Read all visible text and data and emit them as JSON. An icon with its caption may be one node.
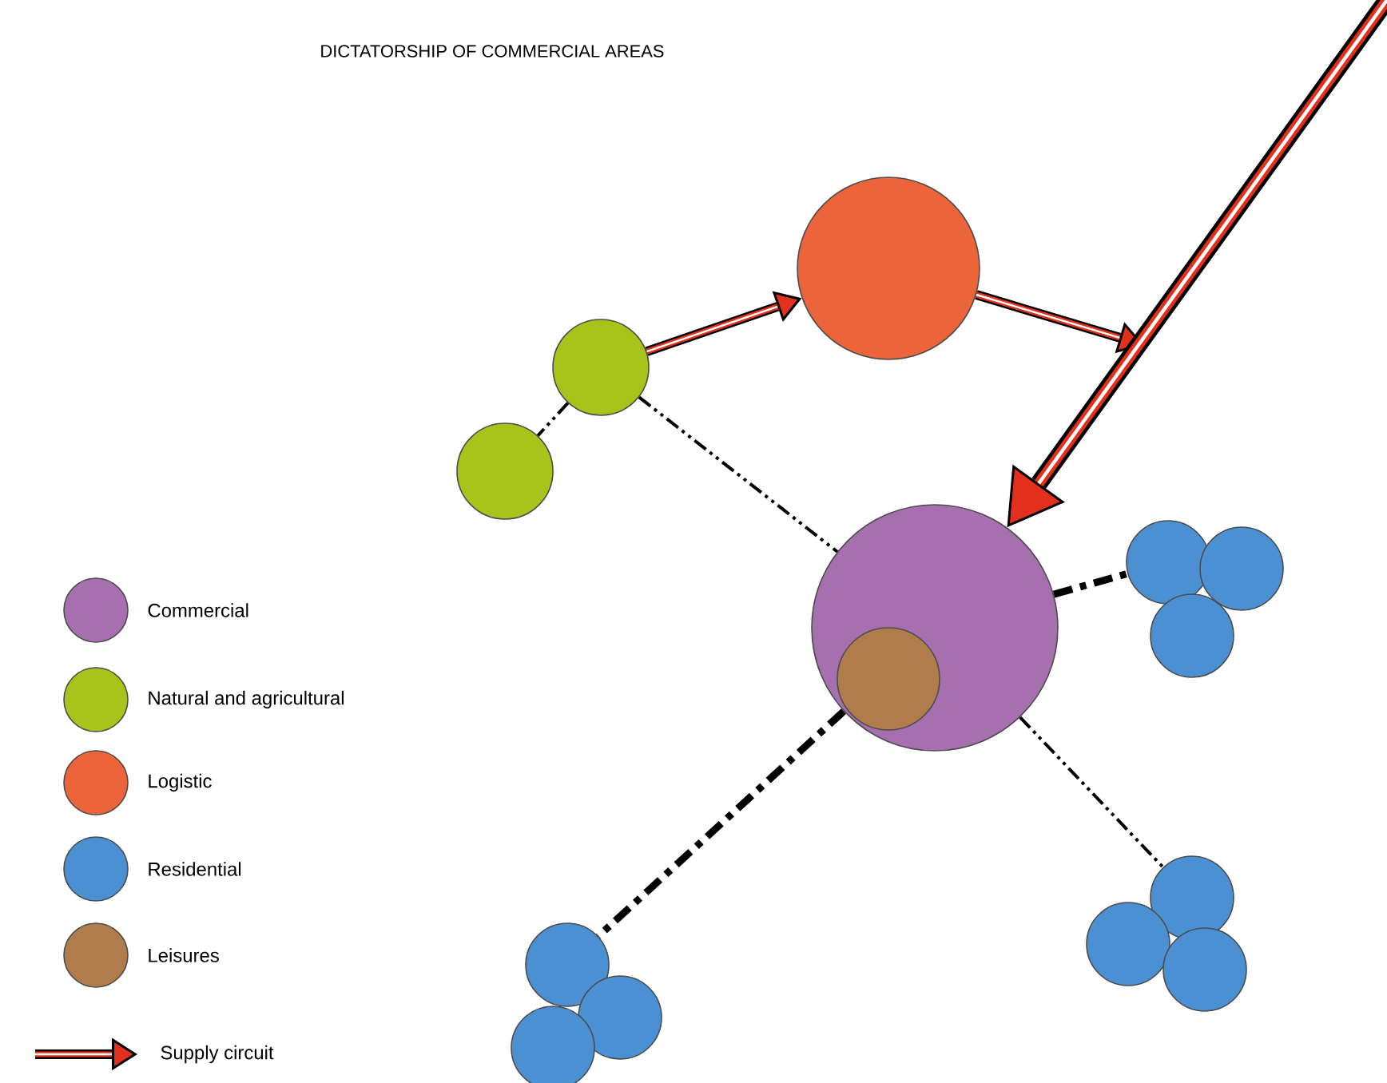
{
  "diagram": {
    "title": "DICTATORSHIP OF COMMERCIAL AREAS",
    "nodes": [
      {
        "text": [],
        "shape": "circle"
      },
      {
        "text": [],
        "shape": "circle"
      },
      {
        "text": [],
        "shape": "circle"
      },
      {
        "text": [],
        "shape": "circle"
      },
      {
        "text": [],
        "shape": "circle",
        "in": 3
      },
      {
        "text": [],
        "shape": "circle"
      },
      {
        "text": [],
        "shape": "circle"
      },
      {
        "text": [],
        "shape": "circle"
      },
      {
        "text": [],
        "shape": "circle"
      },
      {
        "text": [],
        "shape": "circle"
      },
      {
        "text": [],
        "shape": "circle"
      },
      {
        "text": [],
        "shape": "circle"
      },
      {
        "text": [],
        "shape": "circle"
      },
      {
        "text": [],
        "shape": "circle"
      }
    ],
    "edges": [
      {
        "from": 1,
        "to": 0,
        "arrow": "to",
        "color": "#e2301c"
      },
      {
        "from": 0,
        "to": null,
        "arrow": "to",
        "color": "#e2301c"
      },
      {
        "from": null,
        "to": 3,
        "arrow": "to",
        "style": "thick",
        "color": "#e2301c"
      },
      {
        "from": 1,
        "to": 2,
        "arrow": "none",
        "style": "dashed"
      },
      {
        "from": 1,
        "to": 3,
        "arrow": "none",
        "style": "dashed"
      },
      {
        "from": 3,
        "to": 5,
        "arrow": "none",
        "style": "dashed"
      },
      {
        "from": 3,
        "to": 8,
        "arrow": "none",
        "style": "dashed"
      },
      {
        "from": 3,
        "to": 11,
        "arrow": "none",
        "style": "dashed"
      }
    ],
    "legend": [
      {
        "text": "Commercial",
        "color": "#a66fae"
      },
      {
        "text": "Natural and agricultural",
        "color": "#a8c41a"
      },
      {
        "text": "Logistic",
        "color": "#ec6439"
      },
      {
        "text": "Residential",
        "color": "#4a90d2"
      },
      {
        "text": "Leisures",
        "color": "#b07c4c"
      },
      {
        "text": "Supply circuit"
      }
    ]
  }
}
